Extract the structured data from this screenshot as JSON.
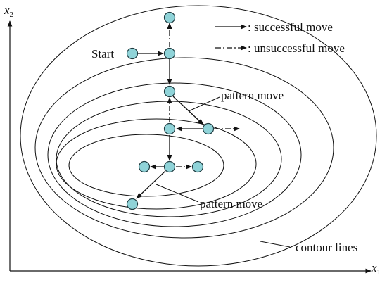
{
  "axes": {
    "x_label": "x",
    "x_subscript": "1",
    "y_label": "x",
    "y_subscript": "2"
  },
  "legend": {
    "successful": ": successful move",
    "unsuccessful": ": unsuccessful move"
  },
  "labels": {
    "start": "Start",
    "pattern_move_upper": "pattern move",
    "pattern_move_lower": "pattern move",
    "contour_lines": "contour lines"
  },
  "colors": {
    "node_fill": "#8fd3d8",
    "node_stroke": "#1f3b40",
    "line": "#111111"
  }
}
